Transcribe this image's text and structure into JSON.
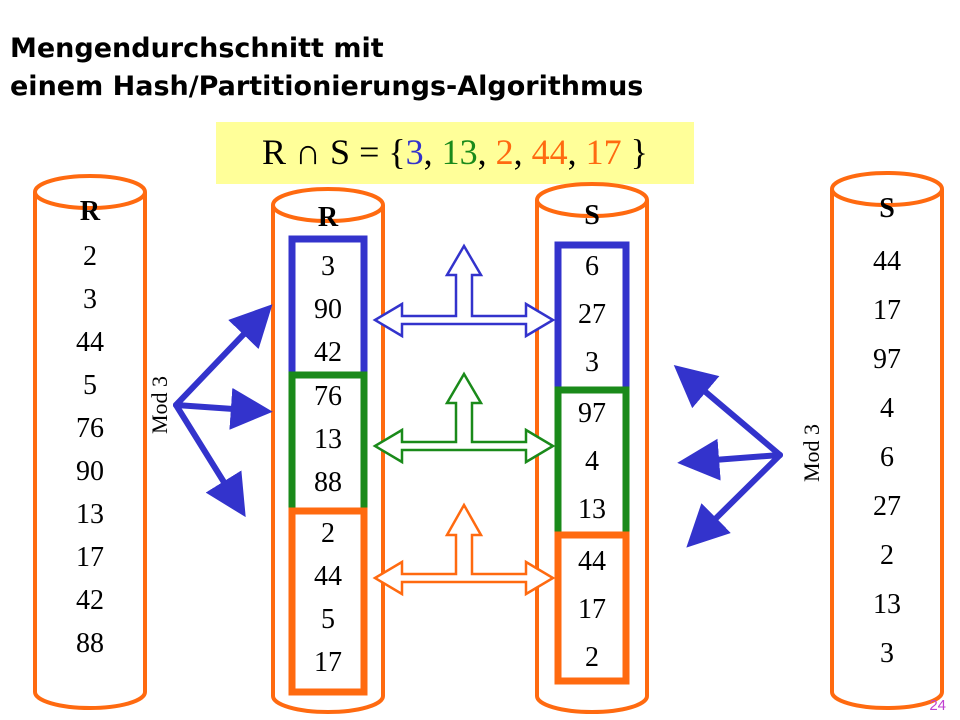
{
  "title": {
    "line1": "Mengendurchschnitt mit",
    "line2": "einem Hash/Partitionierungs-Algorithmus"
  },
  "formula": {
    "lhs": "R ∩ S = {",
    "v1": "3",
    "sep": ", ",
    "v2": "13",
    "v3": "2",
    "v4": "44",
    "v5": "17",
    "rhs": " }"
  },
  "colors": {
    "blue": "#3333cc",
    "green": "#1a8a1a",
    "orange": "#ff6a10",
    "formula_bg": "#ffff99"
  },
  "left_R": {
    "label": "R",
    "values": [
      "2",
      "3",
      "44",
      "5",
      "76",
      "90",
      "13",
      "17",
      "42",
      "88"
    ]
  },
  "part_R": {
    "label": "R",
    "blue": [
      "3",
      "90",
      "42"
    ],
    "green": [
      "76",
      "13",
      "88"
    ],
    "orange": [
      "2",
      "44",
      "5",
      "17"
    ]
  },
  "part_S": {
    "label": "S",
    "blue": [
      "6",
      "27",
      "3"
    ],
    "green": [
      "97",
      "4",
      "13"
    ],
    "orange": [
      "44",
      "17",
      "2"
    ]
  },
  "right_S": {
    "label": "S",
    "values": [
      "44",
      "17",
      "97",
      "4",
      "6",
      "27",
      "2",
      "13",
      "3"
    ]
  },
  "mod_left": "Mod 3",
  "mod_right": "Mod 3",
  "page_number": "24"
}
